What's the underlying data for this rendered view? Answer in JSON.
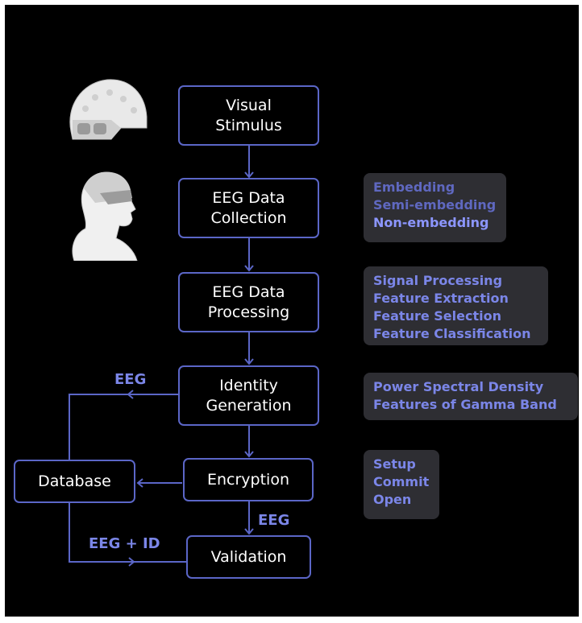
{
  "nodes": {
    "visual_stimulus": "Visual\nStimulus",
    "eeg_collection": "EEG Data\nCollection",
    "eeg_processing": "EEG Data\nProcessing",
    "identity_generation": "Identity\nGeneration",
    "encryption": "Encryption",
    "database": "Database",
    "validation": "Validation"
  },
  "edge_labels": {
    "identity_to_database": "EEG",
    "encryption_to_validation": "EEG",
    "database_to_validation": "EEG + ID"
  },
  "notes": {
    "collection": [
      "Embedding",
      "Semi-embedding",
      "Non-embedding"
    ],
    "processing": [
      "Signal Processing",
      "Feature Extraction",
      "Feature Selection",
      "Feature Classification"
    ],
    "identity": [
      "Power Spectral Density",
      "Features of Gamma Band"
    ],
    "encryption": [
      "Setup",
      "Commit",
      "Open"
    ]
  },
  "icons": {
    "helmet": "eeg-helmet-icon",
    "head": "head-with-headset-icon"
  },
  "colors": {
    "background": "#000000",
    "accent": "#5b66c7",
    "note_text": "#7b86e8",
    "note_box": "#2e2e33"
  }
}
